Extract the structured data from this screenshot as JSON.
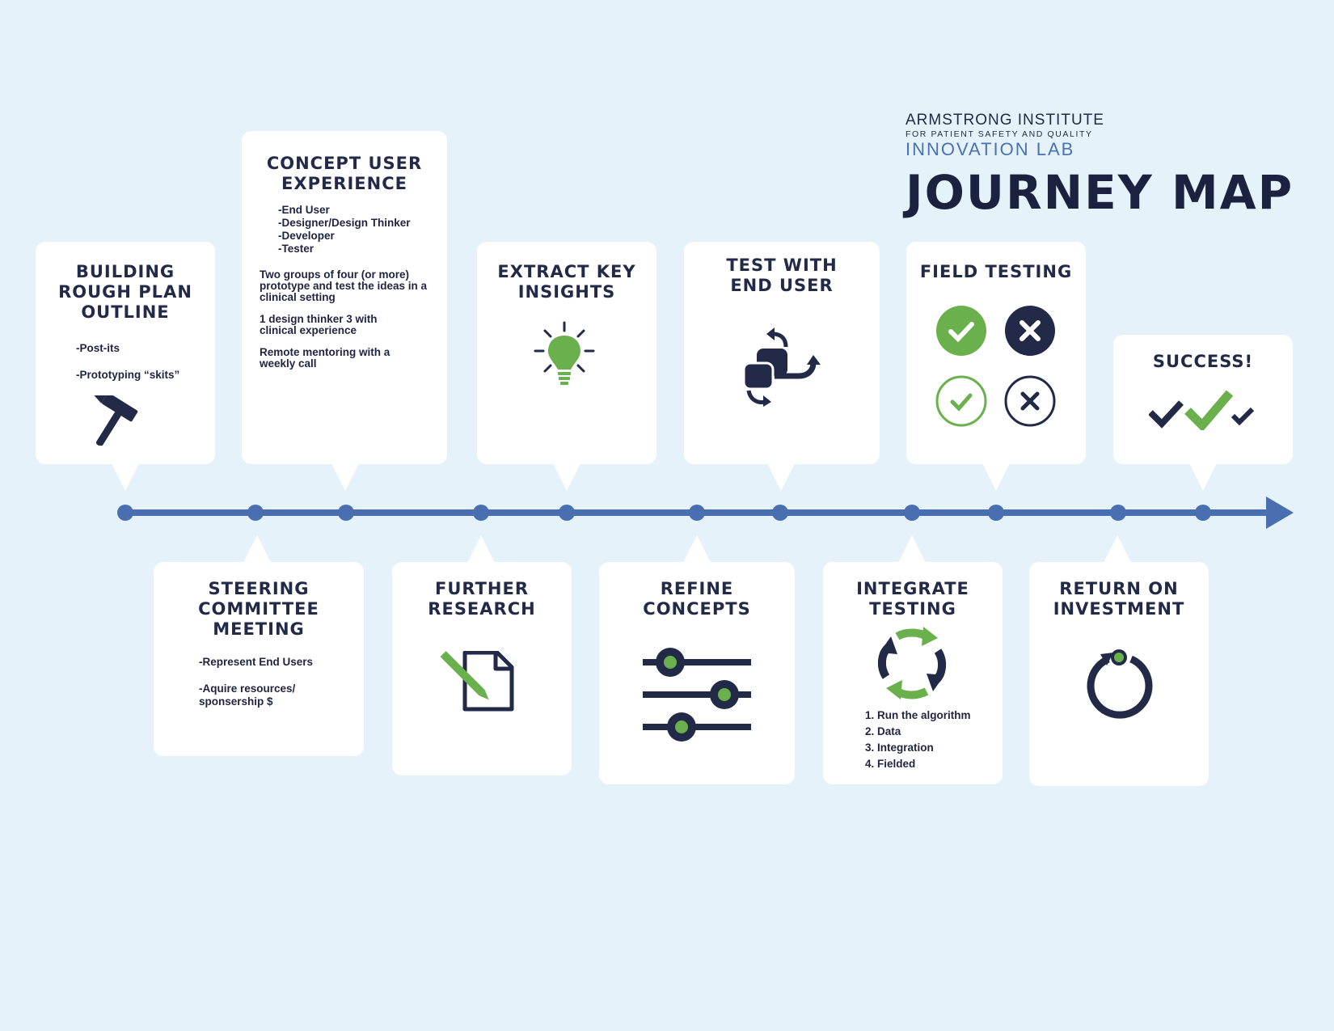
{
  "brand": {
    "institute": "ARMSTRONG INSTITUTE",
    "subtitle": "FOR PATIENT SAFETY AND QUALITY",
    "lab": "INNOVATION LAB",
    "title": "JOURNEY MAP"
  },
  "colors": {
    "background": "#e6f2f9",
    "navy": "#222a48",
    "timeline": "#4a6fb0",
    "green": "#6ab04c"
  },
  "stages_top": [
    {
      "title": "BUILDING ROUGH PLAN OUTLINE",
      "notes": [
        "-Post-its",
        "-Prototyping “skits”"
      ],
      "icon": "hammer-icon"
    },
    {
      "title": "CONCEPT USER EXPERIENCE",
      "roles": [
        "-End User",
        "-Designer/Design Thinker",
        "-Developer",
        "-Tester"
      ],
      "paragraphs": [
        "Two groups of four (or more) prototype and test the ideas in a clinical setting",
        "1 design thinker 3 with clinical experience",
        "Remote mentoring with a weekly call"
      ]
    },
    {
      "title": "EXTRACT KEY INSIGHTS",
      "icon": "lightbulb-icon"
    },
    {
      "title": "TEST WITH END USER",
      "icon": "cycle-arrows-icon"
    },
    {
      "title": "FIELD TESTING",
      "icon": "check-x-grid-icon"
    },
    {
      "title": "SUCCESS!",
      "icon": "checkmarks-icon"
    }
  ],
  "stages_bottom": [
    {
      "title": "STEERING COMMITTEE MEETING",
      "notes": [
        "-Represent End Users",
        "-Aquire resources/ sponsership $"
      ]
    },
    {
      "title": "FURTHER RESEARCH",
      "icon": "pencil-document-icon"
    },
    {
      "title": "REFINE CONCEPTS",
      "icon": "sliders-icon"
    },
    {
      "title": "INTEGRATE TESTING",
      "icon": "refresh-arrows-icon",
      "steps": [
        "1. Run the algorithm",
        "2. Data",
        "3. Integration",
        "4. Fielded"
      ]
    },
    {
      "title": "RETURN ON INVESTMENT",
      "icon": "circular-arrow-icon"
    }
  ]
}
